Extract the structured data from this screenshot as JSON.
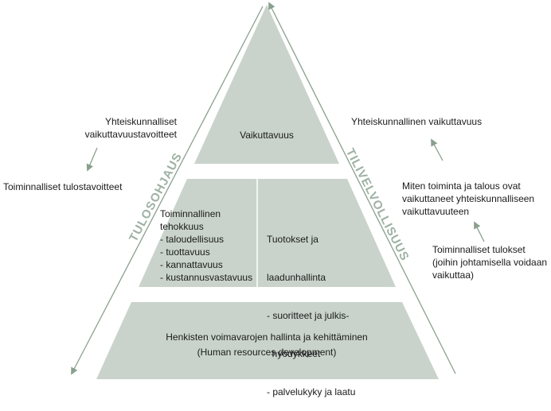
{
  "colors": {
    "fill": "#c9d3cb",
    "arrow": "#8aa08e",
    "vertical_label": "#9eb1a3"
  },
  "pyramid": {
    "top": {
      "label": "Vaikuttavuus"
    },
    "middle_left": {
      "line1": "Toiminnallinen",
      "line2": "tehokkuus",
      "items": [
        "- taloudellisuus",
        "- tuottavuus",
        "- kannattavuus",
        "- kustannusvastavuus"
      ]
    },
    "middle_right": {
      "line1": "Tuotokset ja",
      "line2": "laadunhallinta",
      "items": [
        "- suoritteet ja julkis-",
        "  hyödykkeet",
        "- palvelukyky ja laatu"
      ]
    },
    "bottom": {
      "line1": "Henkisten voimavarojen hallinta ja kehittäminen",
      "line2": "(Human resources development)"
    }
  },
  "side_labels": {
    "left": "TULOSOHJAUS",
    "right": "TILIVELVOLLISUUS"
  },
  "left_texts": {
    "top": [
      "Yhteiskunnalliset",
      "vaikuttavuustavoitteet"
    ],
    "bottom": "Toiminnalliset tulostavoitteet"
  },
  "right_texts": {
    "top": "Yhteiskunnallinen vaikuttavuus",
    "middle": [
      "Miten toiminta ja talous ovat",
      "vaikuttaneet yhteiskunnalliseen",
      "vaikuttavuuteen"
    ],
    "bottom": [
      "Toiminnalliset tulokset",
      "(joihin johtamisella voidaan",
      "vaikuttaa)"
    ]
  }
}
